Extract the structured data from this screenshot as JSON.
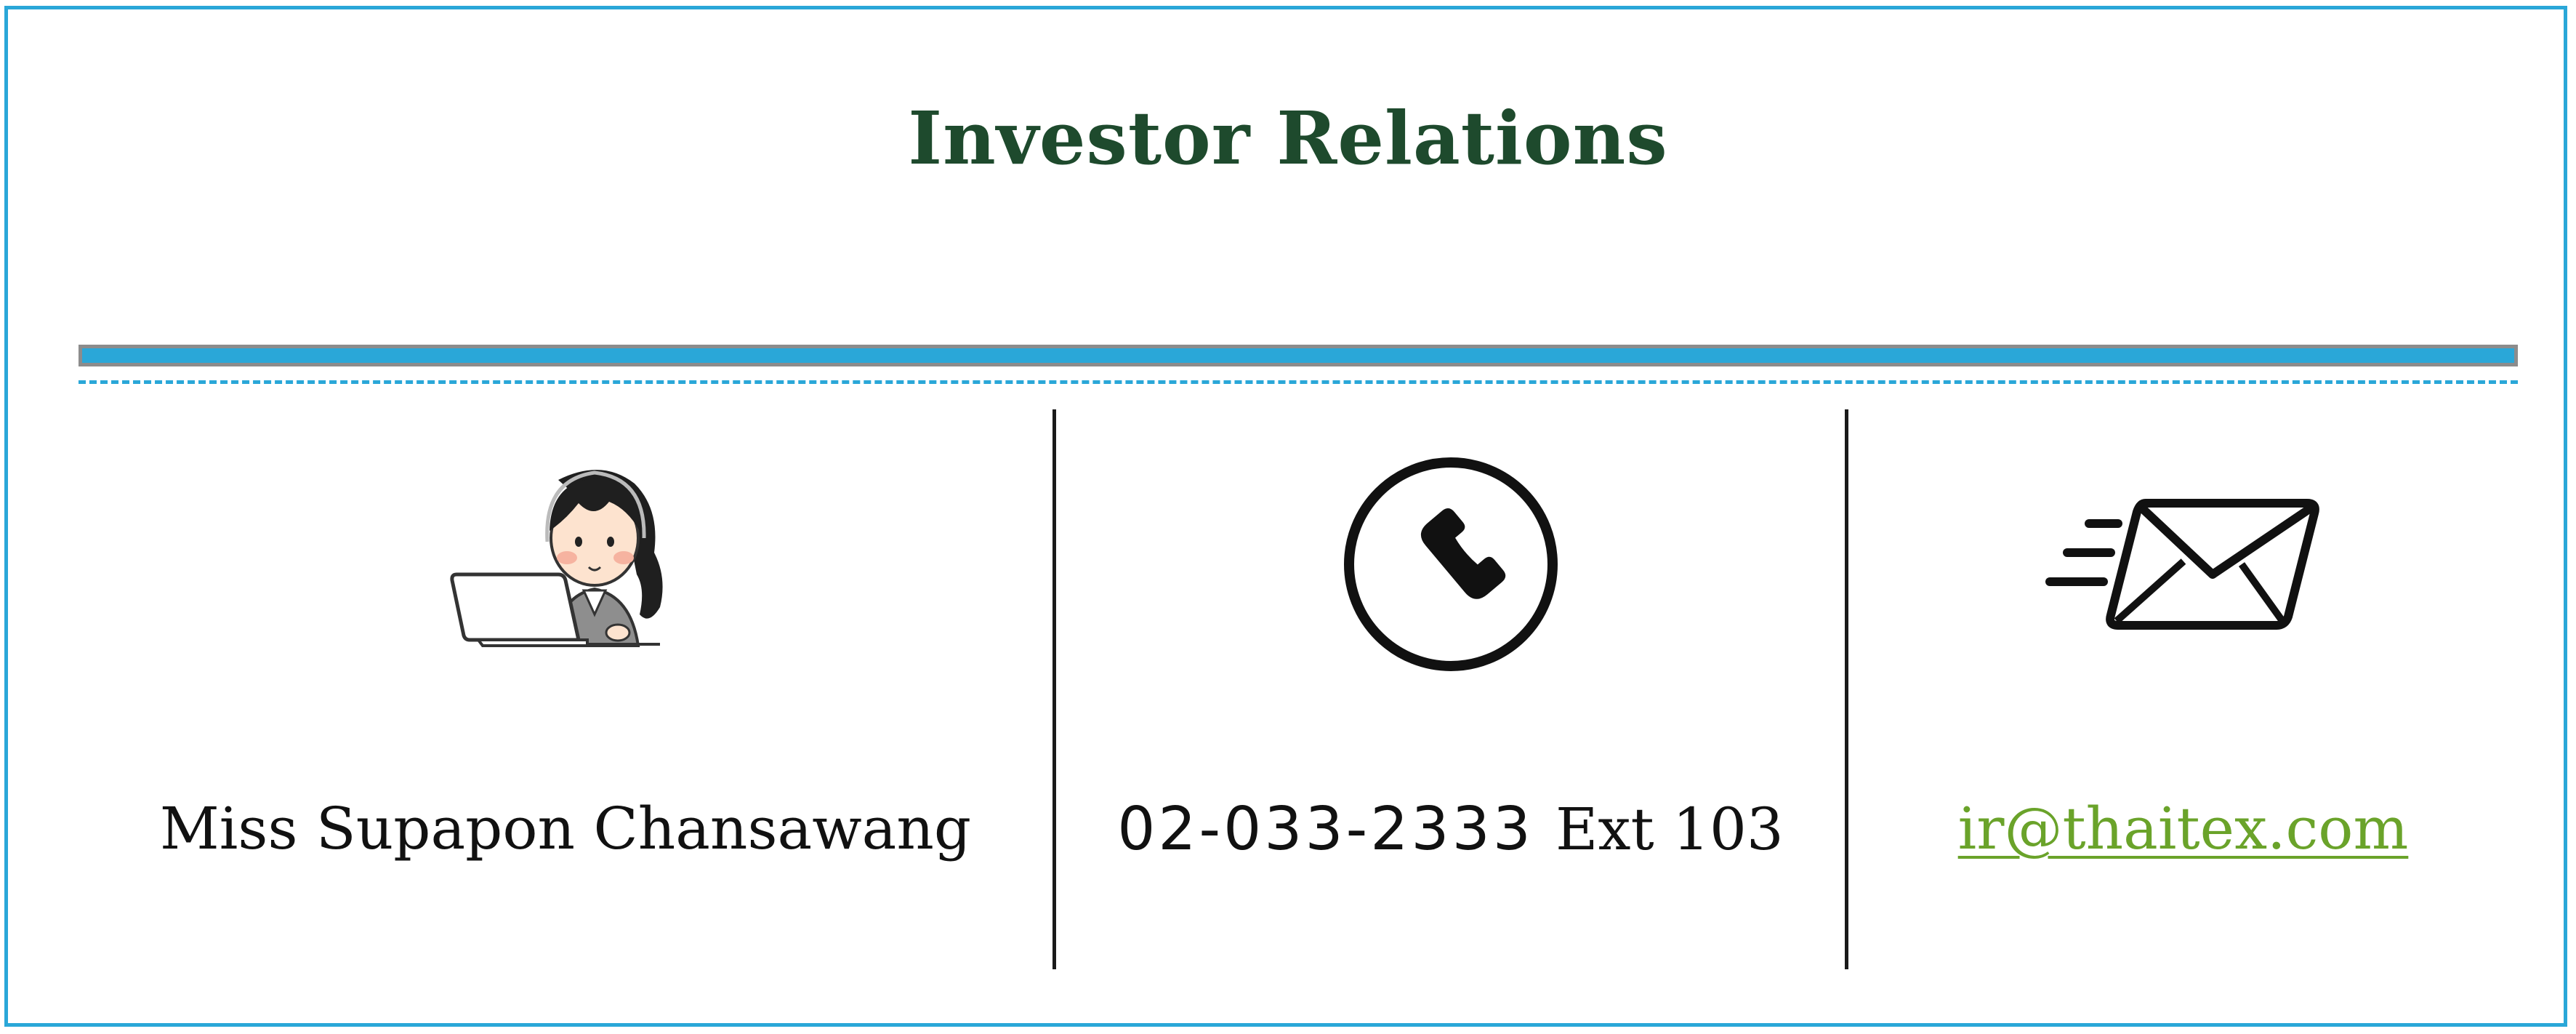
{
  "header": {
    "title": "Investor Relations"
  },
  "contacts": {
    "name": "Miss Supapon Chansawang",
    "phone_number": "02-033-2333",
    "phone_ext": "Ext 103",
    "email": "ir@thaitex.com"
  },
  "icons": {
    "person": "person-at-laptop-icon",
    "phone": "phone-icon",
    "email": "mail-icon"
  },
  "colors": {
    "frame": "#2aa7d8",
    "title": "#1e4a2d",
    "divider_bar": "#2aa7d8",
    "email_link": "#6aa32a"
  }
}
